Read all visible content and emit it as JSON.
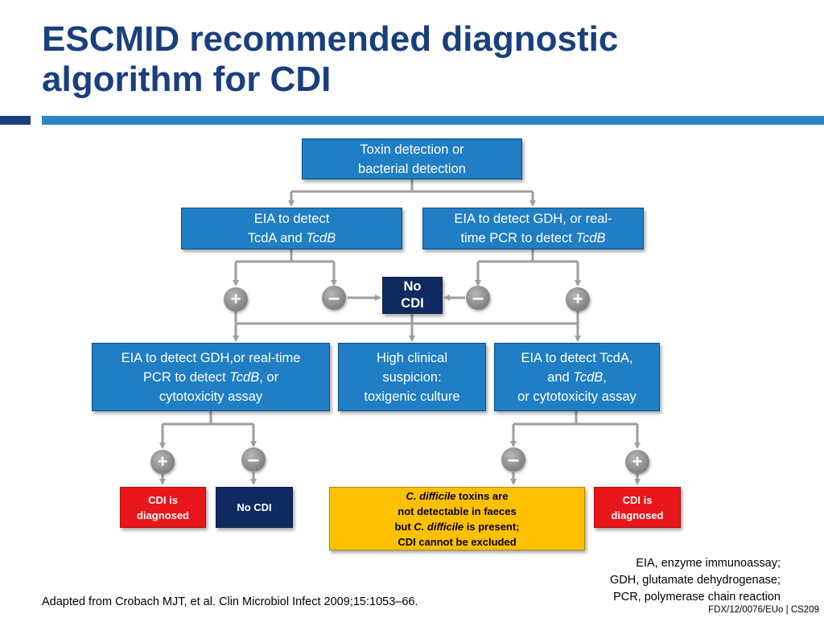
{
  "title": {
    "line1": "ESCMID recommended diagnostic",
    "line2": "algorithm for CDI"
  },
  "colors": {
    "title": "#1a3f7d",
    "accent_bar": "#2a86c4",
    "box_blue": "#1f7ec4",
    "box_navy": "#0f2a5f",
    "box_red": "#e8161b",
    "box_yellow": "#ffc000",
    "connector": "#9e9e9e"
  },
  "nodes": {
    "toxin_detection": {
      "line1": "Toxin detection or",
      "line2": "bacterial detection"
    },
    "eia_tcda_tcdb": {
      "line1": "EIA to detect",
      "line2_pre": "TcdA and ",
      "line2_em": "TcdB"
    },
    "eia_gdh_pcr": {
      "line1": "EIA to detect GDH, or real-",
      "line2_pre": "time PCR to detect ",
      "line2_em": "TcdB"
    },
    "no_cdi_center": {
      "line1": "No",
      "line2": "CDI"
    },
    "eia_gdh_pcr_cyto": {
      "line1": "EIA to detect GDH,or real-time",
      "line2_pre": "PCR to detect ",
      "line2_em": "TcdB",
      "line2_post": ", or",
      "line3": "cytotoxicity assay"
    },
    "high_suspicion": {
      "line1": "High clinical",
      "line2": "suspicion:",
      "line3": "toxigenic culture"
    },
    "eia_tcda_cyto": {
      "line1": "EIA to detect TcdA,",
      "line2_pre": "and ",
      "line2_em": "TcdB",
      "line2_post": ",",
      "line3": "or cytotoxicity assay"
    },
    "cdi_diagnosed_left": {
      "line1": "CDI is",
      "line2": "diagnosed"
    },
    "no_cdi_bottom": {
      "label": "No CDI"
    },
    "not_excluded": {
      "line1_em": "C. difficile",
      "line1_post": " toxins are",
      "line2": "not detectable in faeces",
      "line3_pre": "but ",
      "line3_em": "C. difficile",
      "line3_post": " is present;",
      "line4": "CDI cannot be excluded"
    },
    "cdi_diagnosed_right": {
      "line1": "CDI is",
      "line2": "diagnosed"
    }
  },
  "signs": {
    "plus": "+",
    "minus": "–"
  },
  "abbreviations": [
    "EIA, enzyme immunoassay;",
    "GDH, glutamate dehydrogenase;",
    "PCR, polymerase chain reaction"
  ],
  "footer": {
    "credit": "Adapted from Crobach MJT, et al. Clin Microbiol Infect 2009;15:1053–66.",
    "code": "FDX/12/0076/EUo | CS209"
  }
}
